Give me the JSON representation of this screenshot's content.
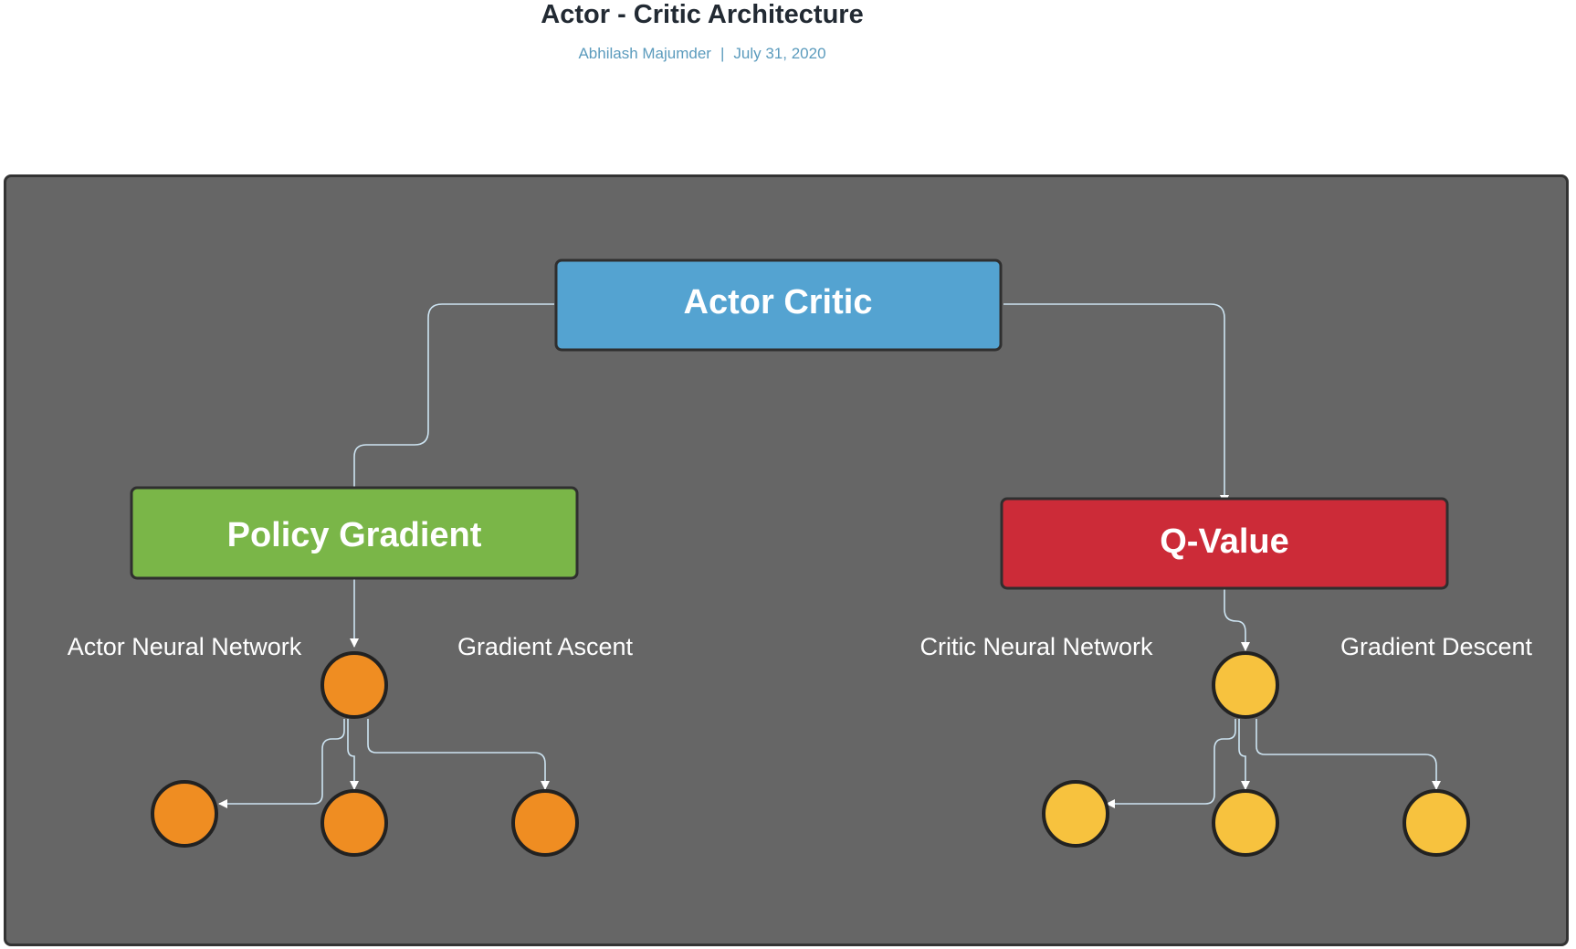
{
  "header": {
    "title": "Actor - Critic Architecture",
    "author": "Abhilash Majumder",
    "separator": "|",
    "date": "July 31, 2020"
  },
  "diagram": {
    "root": {
      "label": "Actor Critic",
      "color": "#54a3d1"
    },
    "actor": {
      "label": "Policy Gradient",
      "color": "#7ab648",
      "node_color": "#ef8d22",
      "network_label": "Actor Neural Network",
      "update_label": "Gradient Ascent"
    },
    "critic": {
      "label": "Q-Value",
      "color": "#cc2b38",
      "node_color": "#f7c23e",
      "network_label": "Critic Neural Network",
      "update_label": "Gradient Descent"
    },
    "background_color": "#666666",
    "connector_color": "#cde4f2"
  }
}
